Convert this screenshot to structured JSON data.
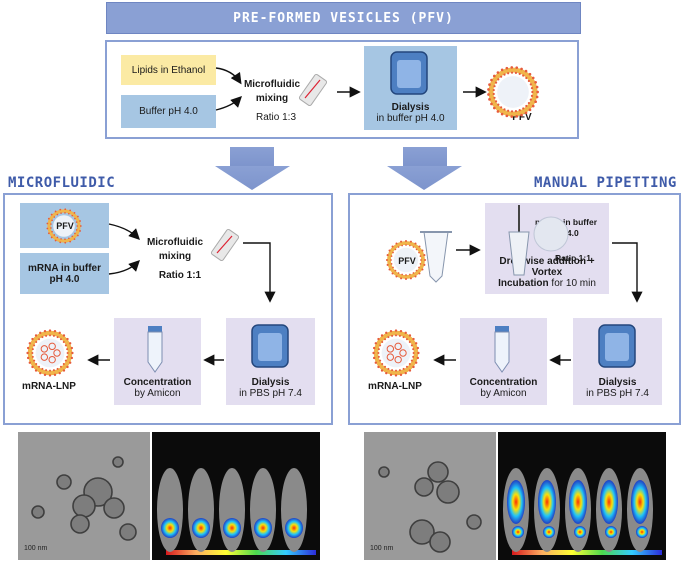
{
  "header": {
    "title": "PRE-FORMED VESICLES (PFV)"
  },
  "pfv": {
    "input1": "Lipids in Ethanol",
    "input2": "Buffer pH 4.0",
    "process_line1": "Microfluidic",
    "process_line2": "mixing",
    "ratio": "Ratio 1:3",
    "dialysis_title": "Dialysis",
    "dialysis_sub": "in buffer pH 4.0",
    "product": "PFV"
  },
  "microfluidic": {
    "title": "MICROFLUIDIC",
    "pfv_label": "PFV",
    "input2_line1": "mRNA in buffer",
    "input2_line2": "pH 4.0",
    "process_line1": "Microfluidic",
    "process_line2": "mixing",
    "ratio": "Ratio 1:1",
    "dialysis_title": "Dialysis",
    "dialysis_sub": "in PBS pH 7.4",
    "concentration_title": "Concentration",
    "concentration_sub": "by Amicon",
    "product": "mRNA-LNP",
    "scale_bar": "100 nm"
  },
  "manual": {
    "title": "MANUAL PIPETTING",
    "pfv_label": "PFV",
    "drop_line1": "mRNA in buffer",
    "drop_line2": "pH 4.0",
    "ratio": "Ratio 1:1",
    "step_line1": "Dropwise addition + Vortex",
    "step_line2_bold": "Incubation",
    "step_line2_rest": " for 10 min",
    "dialysis_title": "Dialysis",
    "dialysis_sub": "in PBS pH 7.4",
    "concentration_title": "Concentration",
    "concentration_sub": "by Amicon",
    "product": "mRNA-LNP",
    "scale_bar": "100 nm"
  },
  "colors": {
    "banner": "#8aa0d4",
    "title_text": "#3f5ba9",
    "yellow_box": "#fbeaa4",
    "blue_box": "#a6c6e3",
    "lavender_box": "#e3def0",
    "liposome_ring": "#f0b54b",
    "lipid_head": "#e65b3c"
  }
}
